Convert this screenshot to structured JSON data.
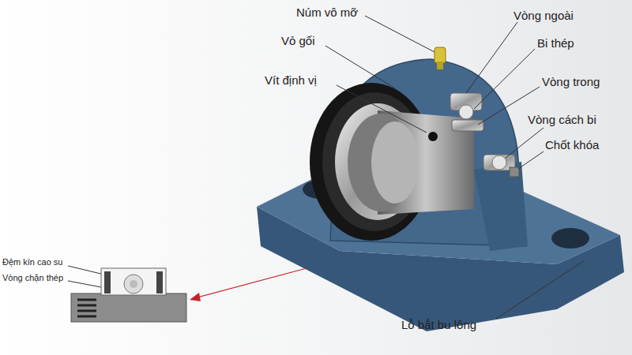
{
  "diagram": {
    "labels": [
      "Núm vô mỡ",
      "Vòng ngoài",
      "Vỏ gối",
      "Bi thép",
      "Vít định vị",
      "Vòng trong",
      "Vòng cách bi",
      "Chốt khóa",
      "Lỗ bắt bu lông",
      "Đệm kín cao su",
      "Vòng chặn thép"
    ]
  }
}
